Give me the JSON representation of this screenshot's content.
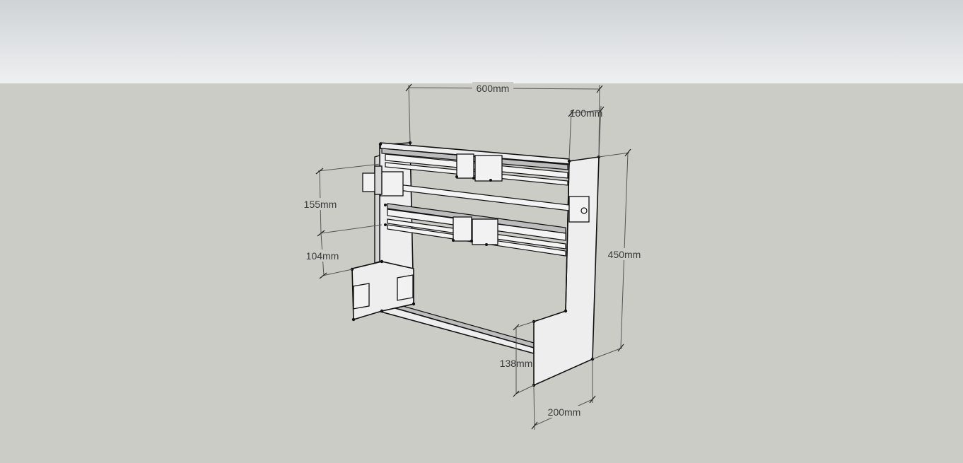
{
  "viewport": {
    "sky_color_top": "#cfd3d6",
    "sky_color_bottom": "#eef0f1",
    "ground_color": "#cbccc6"
  },
  "dimensions": {
    "width_top": "600mm",
    "depth_top": "100mm",
    "upper_height": "155mm",
    "lower_offset": "104mm",
    "total_height": "450mm",
    "base_height": "138mm",
    "base_depth": "200mm"
  },
  "model": {
    "description_icon": "cnc-frame-model"
  }
}
